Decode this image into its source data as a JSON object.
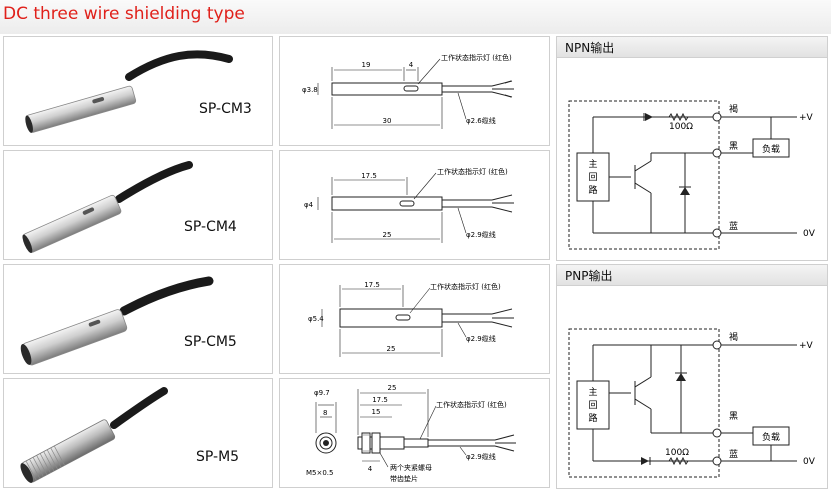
{
  "header": {
    "title": "DC three wire shielding type"
  },
  "products": [
    {
      "model": "SP-CM3",
      "diameter": "φ3.8",
      "len_top": "19",
      "len_small": "4",
      "len_total": "30",
      "led": "工作状态指示灯 (红色)",
      "cable": "φ2.6缆线"
    },
    {
      "model": "SP-CM4",
      "diameter": "φ4",
      "len_top": "17.5",
      "len_total": "25",
      "led": "工作状态指示灯 (红色)",
      "cable": "φ2.9缆线"
    },
    {
      "model": "SP-CM5",
      "diameter": "φ5.4",
      "len_top": "17.5",
      "len_total": "25",
      "led": "工作状态指示灯 (红色)",
      "cable": "φ2.9缆线"
    },
    {
      "model": "SP-M5",
      "dim_phi": "φ9.7",
      "dim_8": "8",
      "dim_25": "25",
      "dim_175": "17.5",
      "dim_15": "15",
      "dim_4": "4",
      "thread": "M5×0.5",
      "led": "工作状态指示灯 (红色)",
      "cable": "φ2.9缆线",
      "nut_line1": "两个夹紧螺母",
      "nut_line2": "带齿垫片"
    }
  ],
  "npn": {
    "title": "NPN输出",
    "main_circuit": [
      "主",
      "回",
      "路"
    ],
    "resistor": "100Ω",
    "brown": "褐",
    "black": "黑",
    "blue": "蓝",
    "vplus": "+V",
    "zero": "0V",
    "load": "负载"
  },
  "pnp": {
    "title": "PNP输出",
    "main_circuit": [
      "主",
      "回",
      "路"
    ],
    "resistor": "100Ω",
    "brown": "褐",
    "black": "黑",
    "blue": "蓝",
    "vplus": "+V",
    "zero": "0V",
    "load": "负载"
  }
}
